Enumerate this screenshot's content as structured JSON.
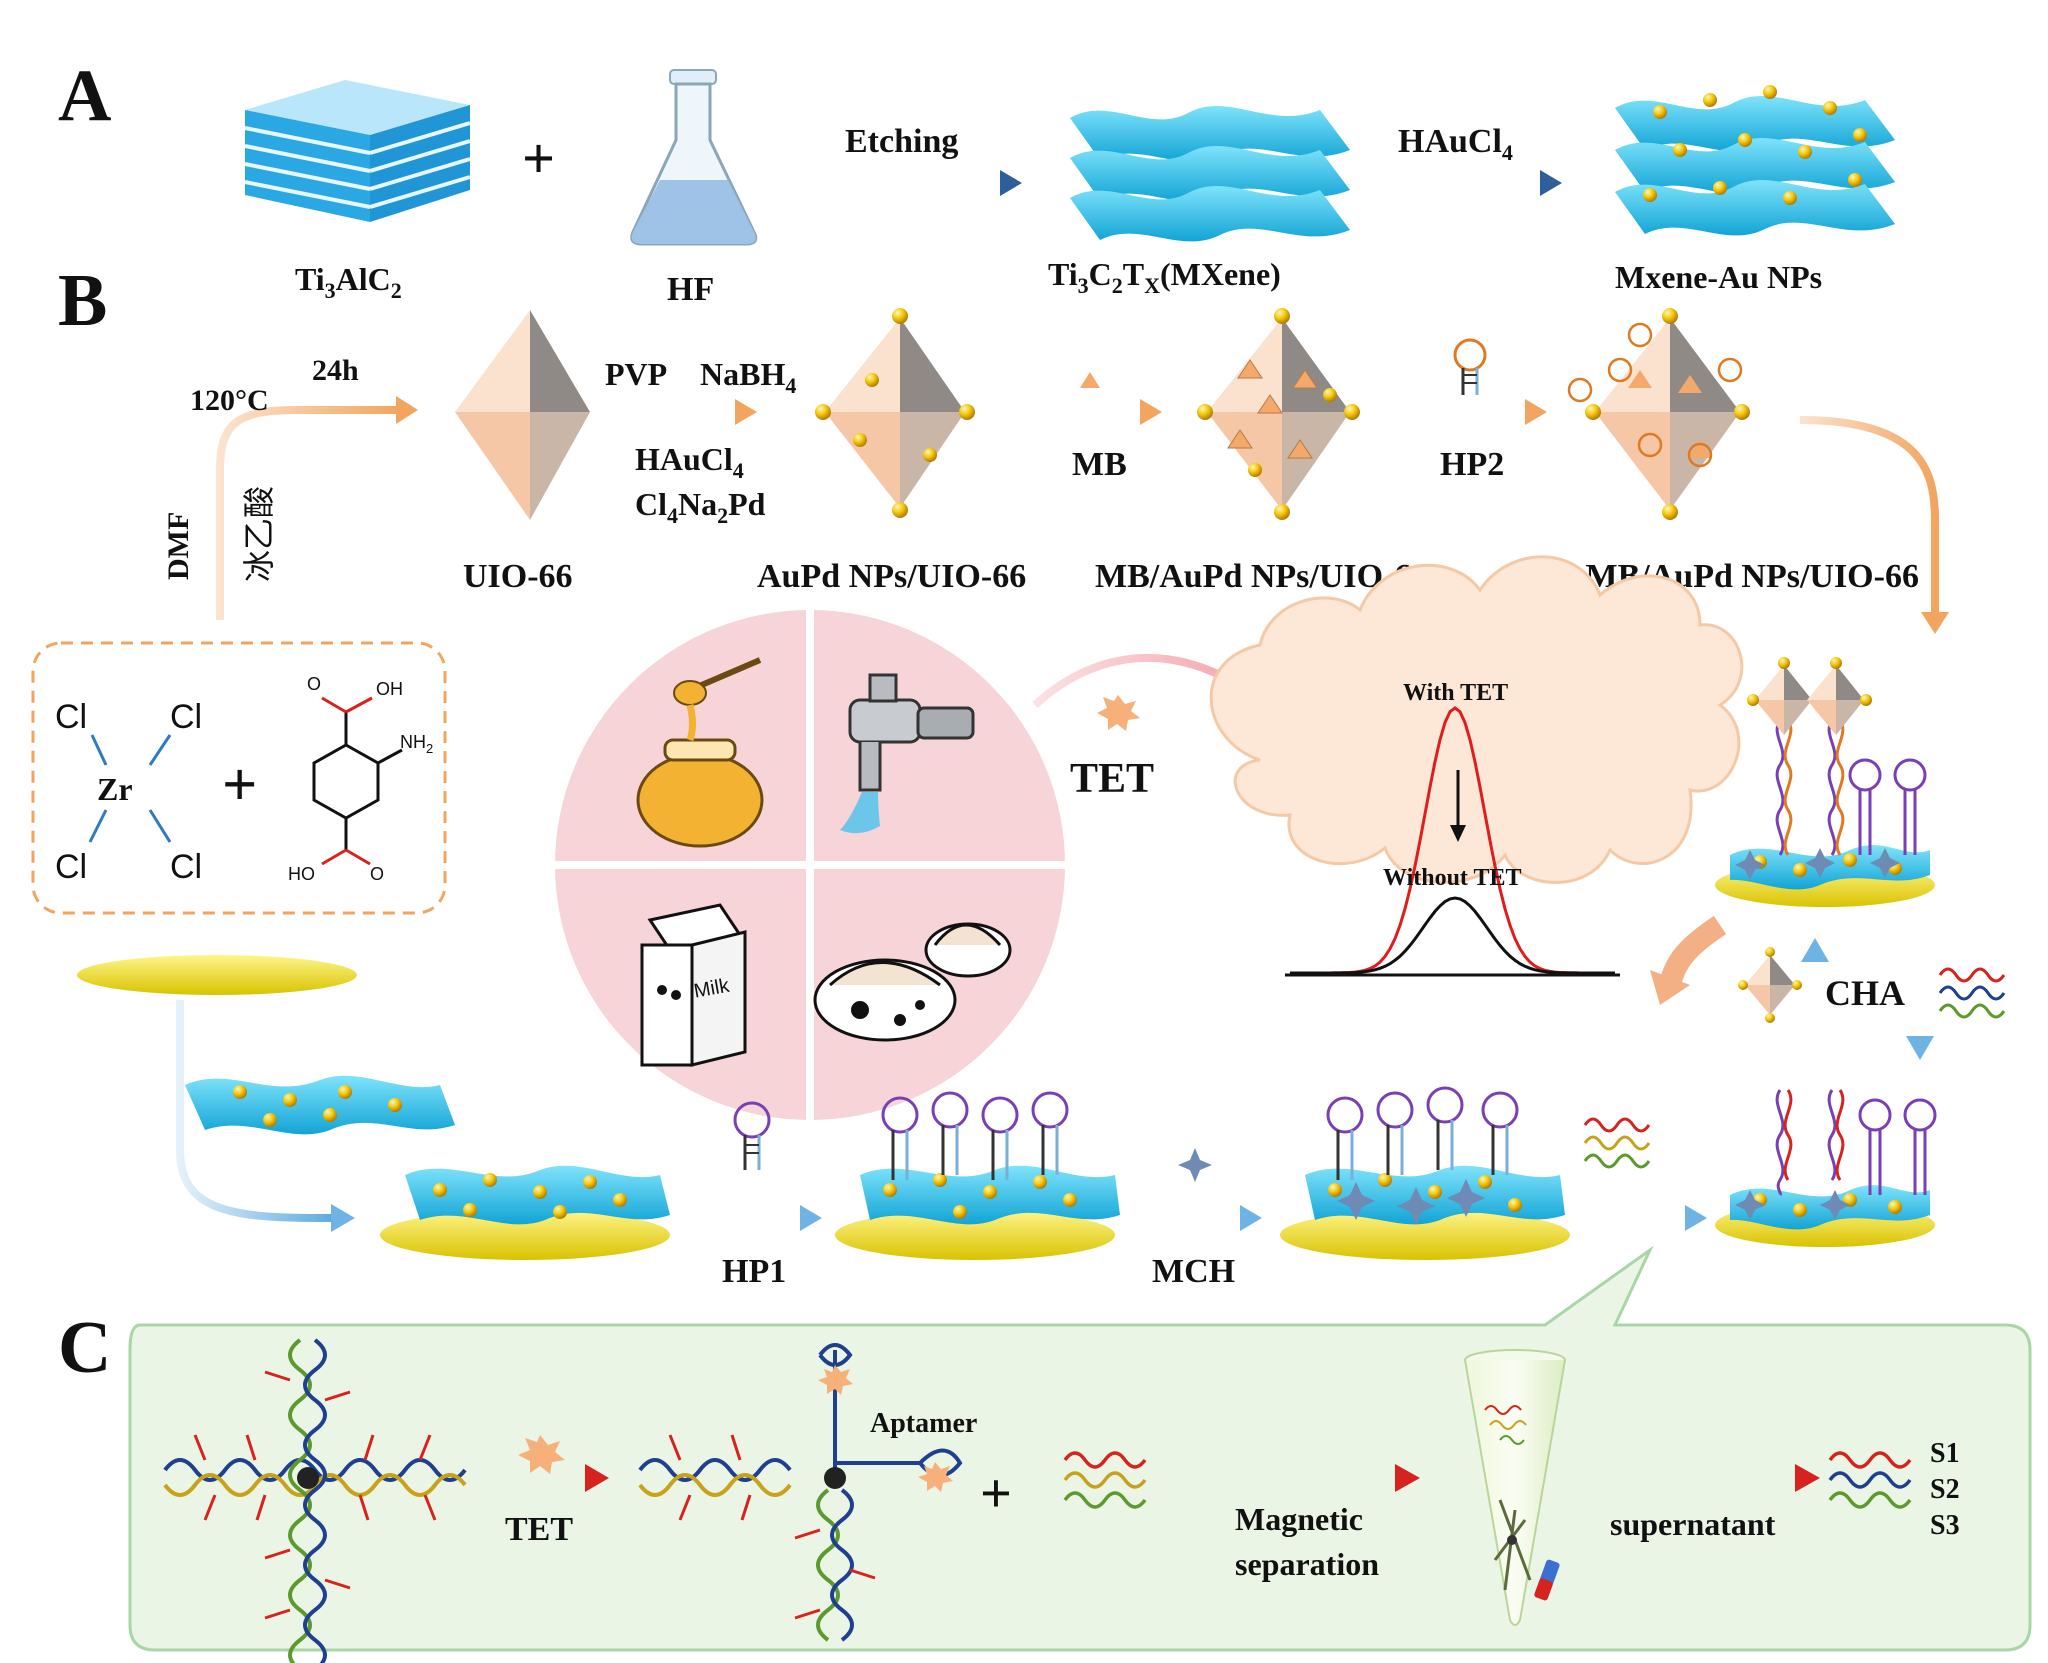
{
  "panels": {
    "a": "A",
    "b": "B",
    "c": "C"
  },
  "section_a": {
    "material_label": "Ti",
    "material_sub3": "3",
    "material_mid": "AlC",
    "material_sub2": "2",
    "plus": "+",
    "acid_label": "HF",
    "step1": "Etching",
    "mxene_pre": "Ti",
    "mxene_s3": "3",
    "mxene_c": "C",
    "mxene_s2": "2",
    "mxene_t": "T",
    "mxene_x": "X",
    "mxene_post": "(MXene)",
    "step2_pre": "HAuCl",
    "step2_sub": "4",
    "product": "Mxene-Au NPs"
  },
  "section_b": {
    "temp": "120°C",
    "time": "24h",
    "solvent": "DMF",
    "acid_cn": "冰乙酸",
    "uio": "UIO-66",
    "reag1_a": "PVP",
    "reag1_b_pre": "NaBH",
    "reag1_b_sub": "4",
    "reag2_pre": "HAuCl",
    "reag2_sub": "4",
    "reag3_a": "Cl",
    "reag3_s1": "4",
    "reag3_b": "Na",
    "reag3_s2": "2",
    "reag3_c": "Pd",
    "aupd": "AuPd NPs/UIO-66",
    "mb": "MB",
    "mb_aupd": "MB/AuPd NPs/UIO-66",
    "hp2": "HP2",
    "hp2_full": "HP2-MB/AuPd NPs/UIO-66",
    "zr_cl": "Cl",
    "zr": "Zr",
    "oh": "OH",
    "nh2": "NH",
    "nh2_sub": "2",
    "ho": "HO",
    "o": "O",
    "tet": "TET",
    "with_tet": "With TET",
    "without_tet": "Without TET",
    "cha": "CHA",
    "hp1": "HP1",
    "mch": "MCH",
    "milk": "Milk"
  },
  "section_c": {
    "tet": "TET",
    "aptamer": "Aptamer",
    "plus": "+",
    "mag1": "Magnetic",
    "mag2": "separation",
    "supernatant": "supernatant",
    "s1": "S1",
    "s2": "S2",
    "s3": "S3"
  },
  "colors": {
    "gold": "#f2c40f",
    "mxene": "#2ec4ec",
    "arrow_orange": "#f4a96a",
    "arrow_blue": "#6fb3e4",
    "arrow_red": "#d7231d",
    "tet_red": "#e01d1d",
    "cloud": "#fde7d6",
    "plate": "#f8d7dc",
    "panel_c": "#e8f4e6",
    "red_strand": "#d7231d",
    "blue_strand": "#1f3f8f",
    "green_strand": "#5d9a2e",
    "yellow_strand": "#c9a21c"
  }
}
